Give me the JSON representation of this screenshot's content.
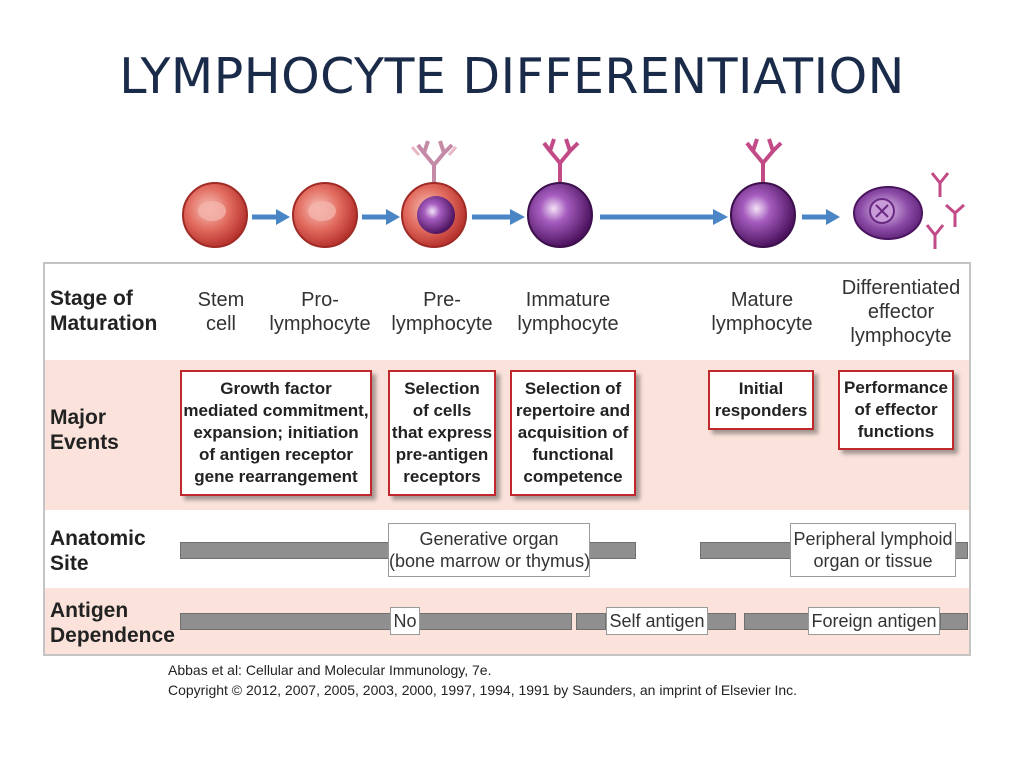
{
  "title": "LYMPHOCYTE DIFFERENTIATION",
  "row_labels": {
    "stage": "Stage of\nMaturation",
    "events": "Major\nEvents",
    "site": "Anatomic\nSite",
    "dependence": "Antigen\nDependence"
  },
  "stages": [
    "Stem\ncell",
    "Pro-\nlymphocyte",
    "Pre-\nlymphocyte",
    "Immature\nlymphocyte",
    "Mature\nlymphocyte",
    "Differentiated\neffector\nlymphocyte"
  ],
  "events": [
    "Growth factor\nmediated commitment,\nexpansion; initiation\nof antigen receptor\ngene rearrangement",
    "Selection\nof cells\nthat express\npre-antigen\nreceptors",
    "Selection of\nrepertoire and\nacquisition of\nfunctional\ncompetence",
    "Initial\nresponders",
    "Performance\nof effector\nfunctions"
  ],
  "sites": [
    "Generative organ\n(bone marrow or thymus)",
    "Peripheral lymphoid\norgan or tissue"
  ],
  "dependence": [
    "No",
    "Self antigen",
    "Foreign antigen"
  ],
  "citation": [
    "Abbas et al: Cellular and Molecular Immunology, 7e.",
    "Copyright © 2012, 2007, 2005, 2003, 2000, 1997, 1994, 1991 by Saunders, an imprint of Elsevier Inc."
  ],
  "colors": {
    "title": "#1a2b4a",
    "event_border": "#c0282e",
    "pink_band": "#fbe3dc",
    "bar": "#8f8f8f",
    "arrow": "#4a86c6",
    "red_cell": "#d9534f",
    "purple_cell": "#7b2d8e"
  }
}
